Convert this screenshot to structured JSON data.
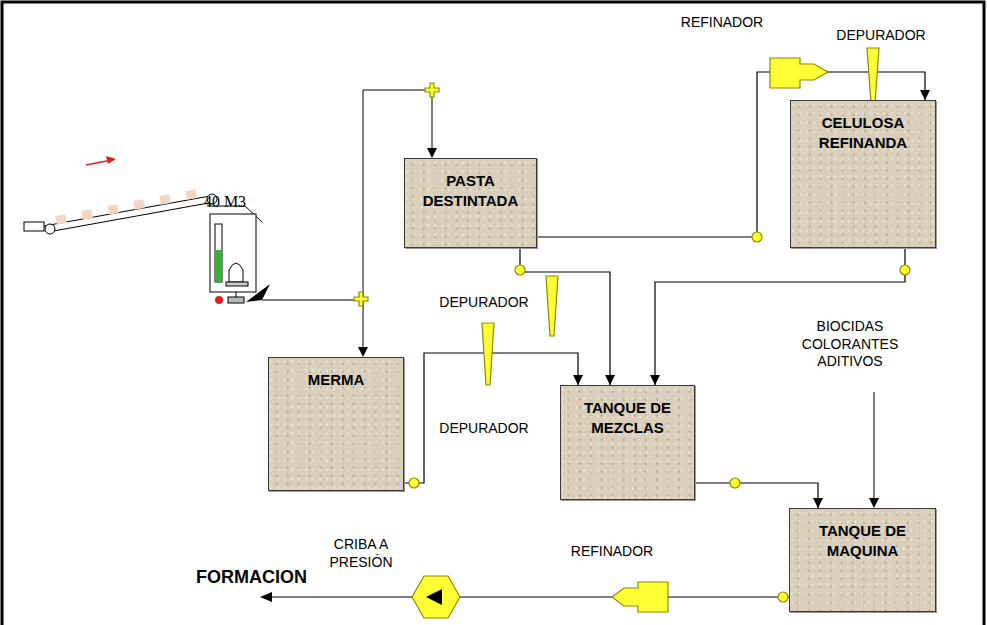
{
  "diagram": {
    "nodes": [
      {
        "text": [
          "PASTA DESTINTADA"
        ]
      },
      {
        "text": [
          "CELULOSA REFINANDA"
        ]
      },
      {
        "text": [
          "MERMA"
        ]
      },
      {
        "text": [
          "TANQUE DE MEZCLAS"
        ]
      },
      {
        "text": [
          "TANQUE DE MAQUINA"
        ]
      }
    ],
    "edges": [
      {
        "from": 0,
        "to": 1,
        "arrow": "to"
      },
      {
        "from": 0,
        "to": 3,
        "arrow": "to"
      },
      {
        "from": 1,
        "to": 3,
        "arrow": "to"
      },
      {
        "from": 2,
        "to": 3,
        "arrow": "to"
      },
      {
        "from": 3,
        "to": 4,
        "arrow": "to"
      }
    ],
    "labels": [
      "40 M3",
      "REFINADOR",
      "DEPURADOR",
      "DEPURADOR",
      "DEPURADOR",
      "BIOCIDAS COLORANTES ADITIVOS",
      "CRIBA A PRESIÓN",
      "REFINADOR",
      "FORMACION"
    ]
  }
}
